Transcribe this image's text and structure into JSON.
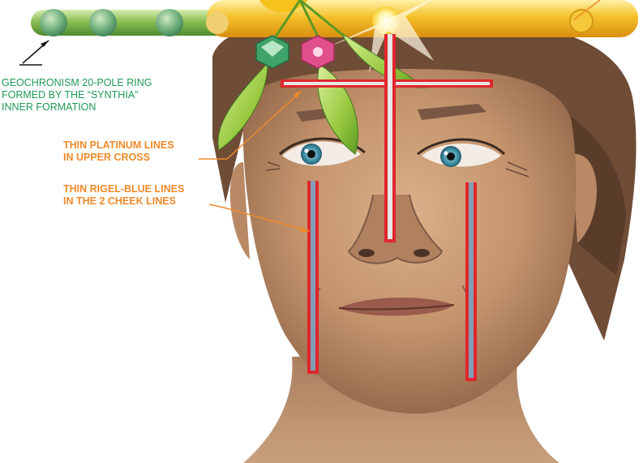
{
  "annotations": {
    "ring_label": {
      "lines": [
        "GEOCHRONISM 20-POLE RING",
        "FORMED BY THE “SYNTHIA”",
        "INNER FORMATION"
      ],
      "color": "#1f9a55"
    },
    "cross_label": {
      "lines": [
        "THIN PLATINUM LINES",
        "IN UPPER CROSS"
      ],
      "color": "#ef8a2a"
    },
    "cheek_label": {
      "lines": [
        "THIN RIGEL-BLUE LINES",
        "IN THE 2 CHEEK LINES"
      ],
      "color": "#ef8a2a"
    }
  },
  "colors": {
    "ring_green": "#7fb04a",
    "ring_gold": "#f2b51c",
    "line_red": "#e0262d",
    "platinum": "#e6e6e6",
    "rigel_blue": "#7f9fb8",
    "skin": "#c99a73",
    "hair": "#6b4a34",
    "leaf": "#8fc23a",
    "gem_green": "#3fa36a",
    "gem_pink": "#e0508c"
  },
  "ring": {
    "green_bead_count": 4
  }
}
